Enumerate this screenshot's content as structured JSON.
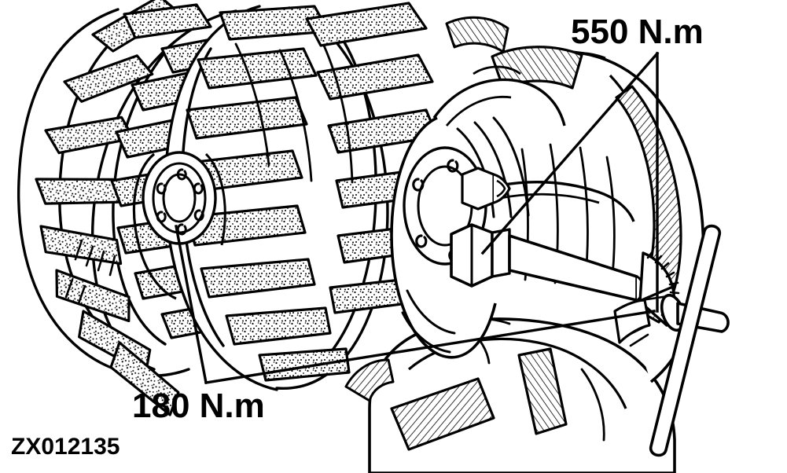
{
  "figure": {
    "id": "ZX012135",
    "title": "Rear wheel and axle hub torque specification diagram",
    "type": "line-art technical illustration",
    "background_color": "#ffffff",
    "line_color": "#000000"
  },
  "callouts": [
    {
      "name": "axle-nut-torque",
      "value": "550 N.m",
      "points_to": "axle retaining nut on hub shaft",
      "leader": "diagonal line from axle nut up-right plus vertical drop to torque wrench"
    },
    {
      "name": "wheel-bolt-torque",
      "value": "180 N.m",
      "points_to": "wheel disc mounting bolts on left wheel hub",
      "leader": "bent line from wheel hub down-left then right along bottom"
    }
  ],
  "labels": {
    "torque_550": "550 N.m",
    "torque_180": "180 N.m",
    "figure_id": "ZX012135"
  },
  "components": [
    {
      "name": "outer-tractor-tire",
      "description": "agricultural R-1 lug tire, left"
    },
    {
      "name": "inner-tractor-tire",
      "description": "agricultural R-1 lug tire, inner dual"
    },
    {
      "name": "left-wheel-hub",
      "description": "wheel disc hub with bolt circle"
    },
    {
      "name": "right-wheel-hub",
      "description": "hub flange with six bolt holes and centre bore"
    },
    {
      "name": "hex-axle-nut",
      "description": "hexagonal axle retaining nut"
    },
    {
      "name": "axle-shaft",
      "description": "splined axle shaft stub"
    },
    {
      "name": "axle-housing",
      "description": "cut-away final drive housing with cross-hatched sections"
    },
    {
      "name": "torque-wrench",
      "description": "torque wrench with scale gauge and T-bar handle"
    }
  ]
}
